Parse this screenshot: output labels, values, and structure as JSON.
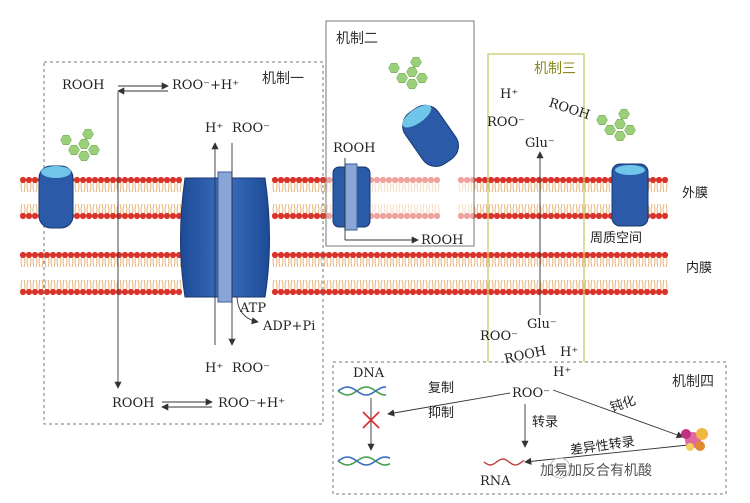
{
  "mechanisms": {
    "m1": "机制一",
    "m2": "机制二",
    "m3": "机制三",
    "m4": "机制四"
  },
  "membranes": {
    "outer": "外膜",
    "inner": "内膜",
    "periplasm": "周质空间"
  },
  "species": {
    "rooh": "ROOH",
    "roo_h": "ROO⁻+H⁺",
    "h": "H⁺",
    "roo": "ROO⁻",
    "glu": "Glu⁻",
    "atp": "ATP",
    "adp": "ADP+Pi",
    "dna": "DNA",
    "rna": "RNA"
  },
  "processes": {
    "replication": "复制",
    "inhibition": "抑制",
    "transcription": "转录",
    "passivation": "钝化",
    "differential": "差异性转录"
  },
  "watermark": "加易加反合有机酸",
  "colors": {
    "head": "#d9342b",
    "tail": "#e3a35a",
    "channel": "#2a5aa8",
    "channel_dark": "#1a3f80",
    "channel_light": "#6fc6e8",
    "ligand": "#9bd07a",
    "box": "#777777",
    "box3": "#c9c96a"
  }
}
